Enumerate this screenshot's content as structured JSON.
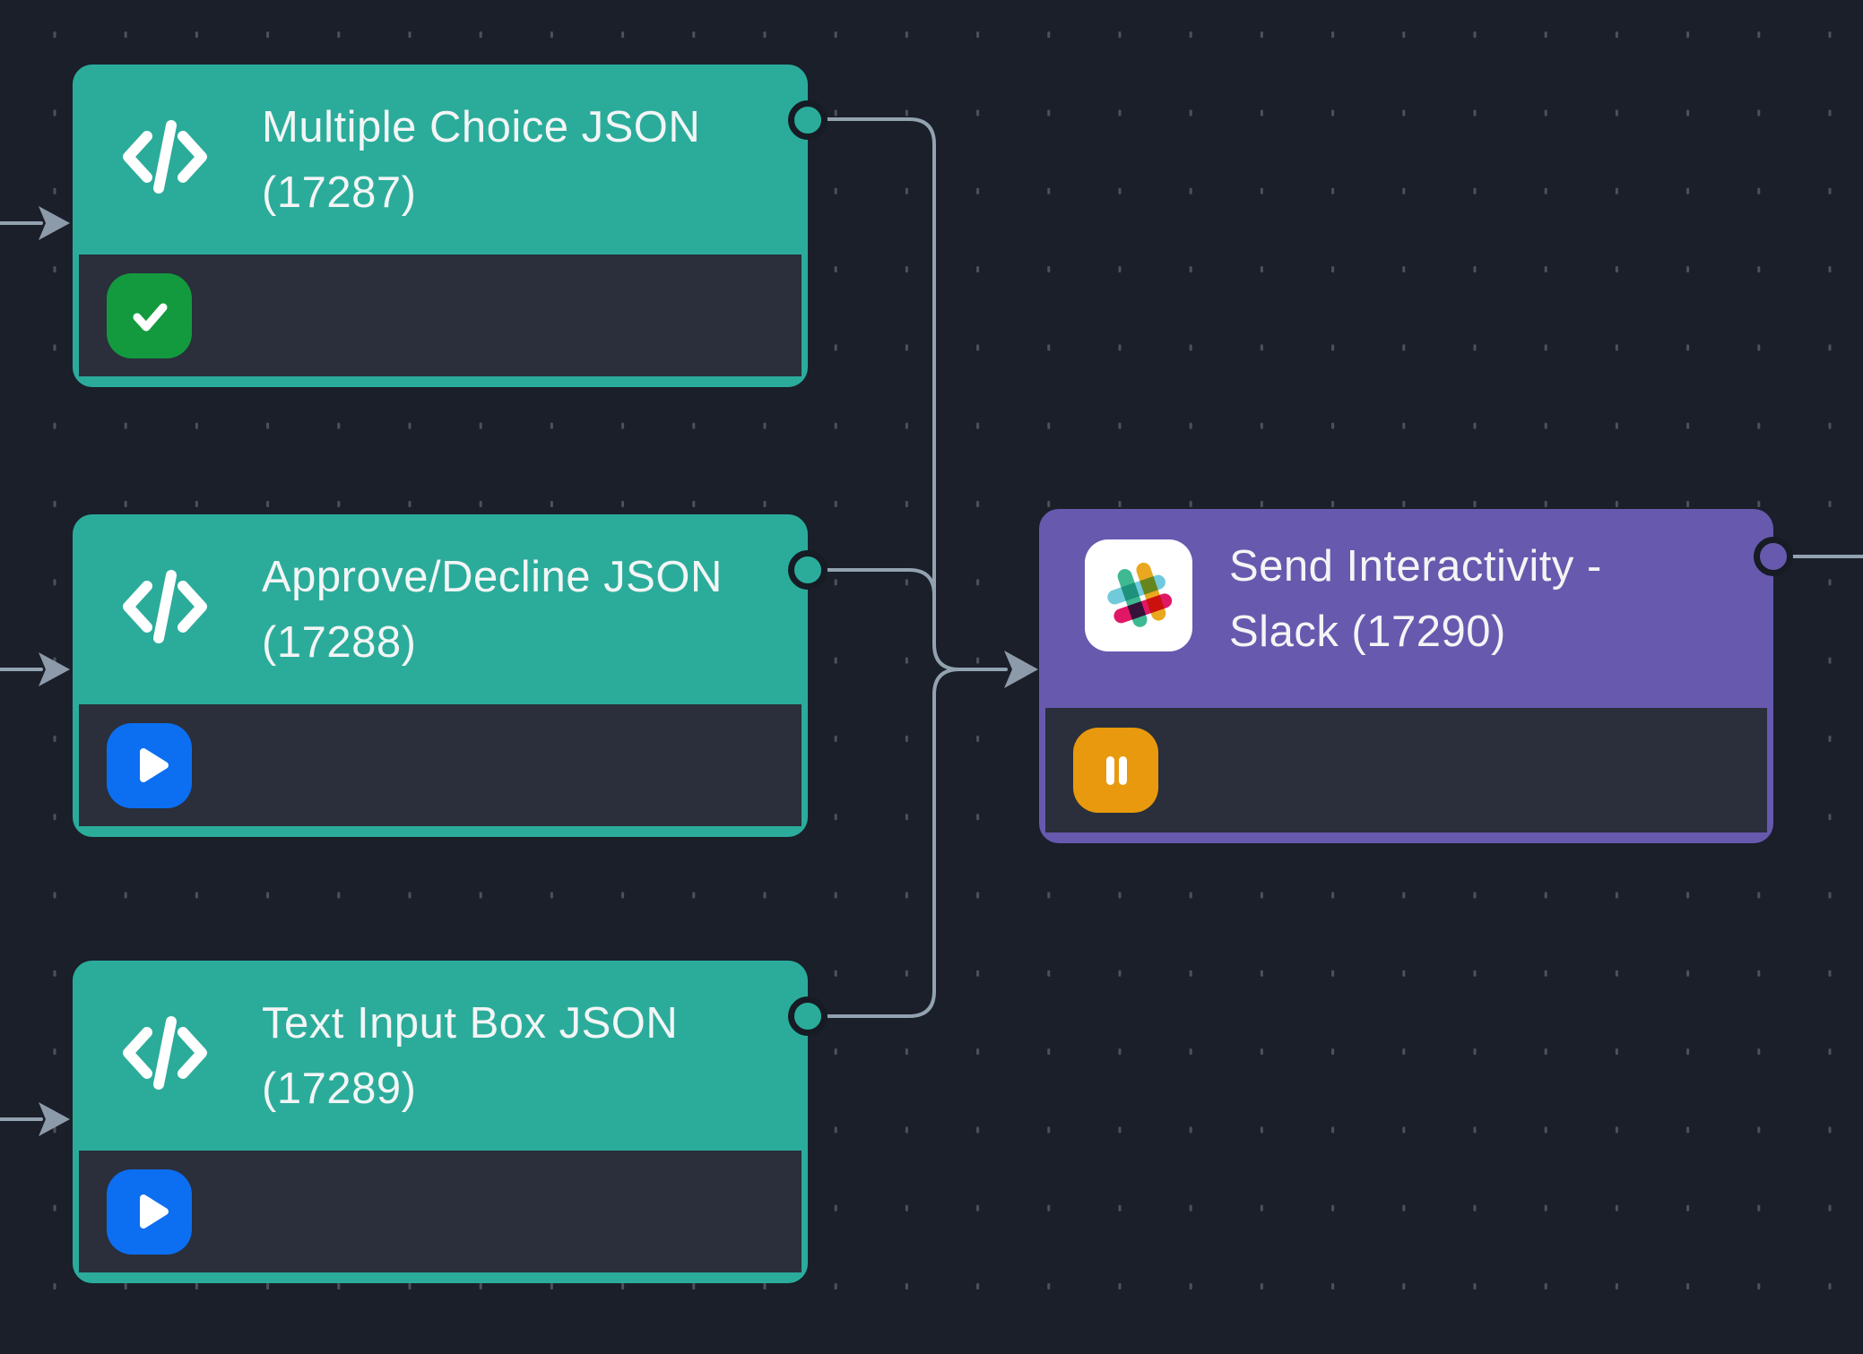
{
  "app": {
    "view": "workflow-canvas",
    "description_visible_content": "Node graph with three code nodes connected into one Slack node"
  },
  "canvas": {
    "background_color": "#1a1f2a",
    "grid_dot_color": "#4d525a"
  },
  "edges_style": {
    "line_color": "#93a2b0",
    "arrow_color": "#8d9aa9",
    "port_ring_color": "#161b24"
  },
  "nodes": [
    {
      "title_line1": "Multiple Choice JSON",
      "title_line2": "(17287)",
      "number": "17287",
      "kind": "code",
      "accent_color": "#2bac9b",
      "status": "success",
      "status_icon": "check-icon",
      "status_color": "#149a3e"
    },
    {
      "title_line1": "Approve/Decline JSON",
      "title_line2": "(17288)",
      "number": "17288",
      "kind": "code",
      "accent_color": "#2bac9b",
      "status": "run",
      "status_icon": "play-icon",
      "status_color": "#0c6ff2"
    },
    {
      "title_line1": "Text Input Box JSON",
      "title_line2": "(17289)",
      "number": "17289",
      "kind": "code",
      "accent_color": "#2bac9b",
      "status": "run",
      "status_icon": "play-icon",
      "status_color": "#0c6ff2"
    },
    {
      "title_line1": "Send Interactivity -",
      "title_line2": "Slack (17290)",
      "number": "17290",
      "kind": "slack",
      "accent_color": "#6759ae",
      "status": "paused",
      "status_icon": "pause-icon",
      "status_color": "#e8990d"
    }
  ],
  "connections": [
    {
      "from": "17287",
      "to": "17290"
    },
    {
      "from": "17288",
      "to": "17290"
    },
    {
      "from": "17289",
      "to": "17290"
    }
  ],
  "slack_logo_colors": {
    "green": "#3eb991",
    "yellow": "#e9a820",
    "blue": "#70cadc",
    "pink": "#e01765"
  }
}
